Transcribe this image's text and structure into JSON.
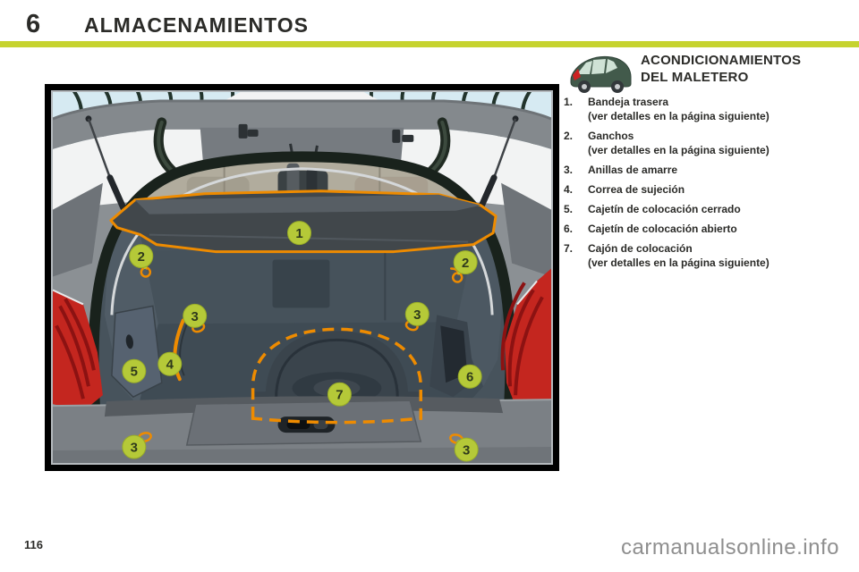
{
  "page": {
    "chapter_number": "6",
    "chapter_title": "ALMACENAMIENTOS",
    "page_number": "116",
    "watermark": "carmanualsonline.info",
    "accent_color": "#c6d32f"
  },
  "section": {
    "title_line1": "ACONDICIONAMIENTOS",
    "title_line2": "DEL MALETERO"
  },
  "legend": {
    "items": [
      {
        "num": "1.",
        "label": "Bandeja trasera",
        "note": "(ver detalles en la página siguiente)"
      },
      {
        "num": "2.",
        "label": "Ganchos",
        "note": "(ver detalles en la página siguiente)"
      },
      {
        "num": "3.",
        "label": "Anillas de amarre",
        "note": ""
      },
      {
        "num": "4.",
        "label": "Correa de sujeción",
        "note": ""
      },
      {
        "num": "5.",
        "label": "Cajetín de colocación cerrado",
        "note": ""
      },
      {
        "num": "6.",
        "label": "Cajetín de colocación abierto",
        "note": ""
      },
      {
        "num": "7.",
        "label": "Cajón de colocación",
        "note": "(ver detalles en la página siguiente)"
      }
    ]
  },
  "figure": {
    "description": "Maletero abierto visto desde atrás con los acondicionamientos numerados",
    "callouts": [
      {
        "n": "1"
      },
      {
        "n": "2"
      },
      {
        "n": "2"
      },
      {
        "n": "3"
      },
      {
        "n": "3"
      },
      {
        "n": "3"
      },
      {
        "n": "3"
      },
      {
        "n": "4"
      },
      {
        "n": "5"
      },
      {
        "n": "6"
      },
      {
        "n": "7"
      }
    ],
    "colors": {
      "callout_fill": "#b5c938",
      "highlight_orange": "#ee8b00",
      "taillight_red": "#c4261f"
    }
  }
}
